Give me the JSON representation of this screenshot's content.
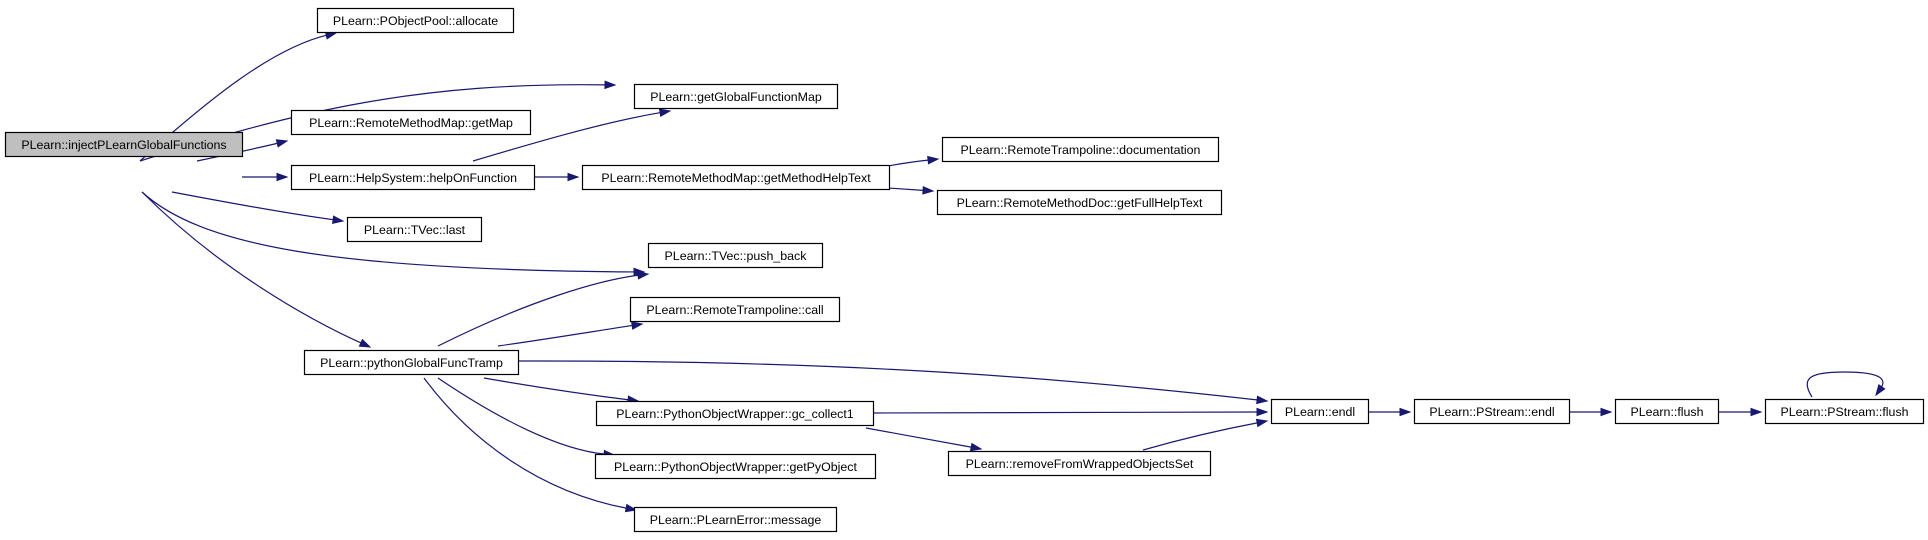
{
  "graph": {
    "root": "inject",
    "colors": {
      "edge": "#191970",
      "root_fill": "#bfbfbf",
      "node_fill": "#ffffff",
      "border": "#000000"
    },
    "nodes": [
      {
        "id": "inject",
        "label": "PLearn::injectPLearnGlobalFunctions"
      },
      {
        "id": "allocate",
        "label": "PLearn::PObjectPool::allocate"
      },
      {
        "id": "getGlobalFunctionMap",
        "label": "PLearn::getGlobalFunctionMap"
      },
      {
        "id": "getMap",
        "label": "PLearn::RemoteMethodMap::getMap"
      },
      {
        "id": "helpOnFunction",
        "label": "PLearn::HelpSystem::helpOnFunction"
      },
      {
        "id": "getMethodHelpText",
        "label": "PLearn::RemoteMethodMap::getMethodHelpText"
      },
      {
        "id": "documentation",
        "label": "PLearn::RemoteTrampoline::documentation"
      },
      {
        "id": "getFullHelpText",
        "label": "PLearn::RemoteMethodDoc::getFullHelpText"
      },
      {
        "id": "last",
        "label": "PLearn::TVec::last"
      },
      {
        "id": "push_back",
        "label": "PLearn::TVec::push_back"
      },
      {
        "id": "call",
        "label": "PLearn::RemoteTrampoline::call"
      },
      {
        "id": "pythonGlobalFuncTramp",
        "label": "PLearn::pythonGlobalFuncTramp"
      },
      {
        "id": "gc_collect1",
        "label": "PLearn::PythonObjectWrapper::gc_collect1"
      },
      {
        "id": "getPyObject",
        "label": "PLearn::PythonObjectWrapper::getPyObject"
      },
      {
        "id": "message",
        "label": "PLearn::PLearnError::message"
      },
      {
        "id": "endl",
        "label": "PLearn::endl"
      },
      {
        "id": "removeFromWrappedObjectsSet",
        "label": "PLearn::removeFromWrappedObjectsSet"
      },
      {
        "id": "pstream_endl",
        "label": "PLearn::PStream::endl"
      },
      {
        "id": "flush",
        "label": "PLearn::flush"
      },
      {
        "id": "pstream_flush",
        "label": "PLearn::PStream::flush"
      }
    ],
    "edges": [
      {
        "from": "inject",
        "to": "allocate"
      },
      {
        "from": "inject",
        "to": "getGlobalFunctionMap"
      },
      {
        "from": "inject",
        "to": "getMap"
      },
      {
        "from": "inject",
        "to": "helpOnFunction"
      },
      {
        "from": "inject",
        "to": "last"
      },
      {
        "from": "inject",
        "to": "push_back"
      },
      {
        "from": "inject",
        "to": "pythonGlobalFuncTramp"
      },
      {
        "from": "helpOnFunction",
        "to": "getGlobalFunctionMap"
      },
      {
        "from": "helpOnFunction",
        "to": "getMethodHelpText"
      },
      {
        "from": "getMethodHelpText",
        "to": "documentation"
      },
      {
        "from": "getMethodHelpText",
        "to": "getFullHelpText"
      },
      {
        "from": "pythonGlobalFuncTramp",
        "to": "push_back"
      },
      {
        "from": "pythonGlobalFuncTramp",
        "to": "call"
      },
      {
        "from": "pythonGlobalFuncTramp",
        "to": "endl"
      },
      {
        "from": "pythonGlobalFuncTramp",
        "to": "gc_collect1"
      },
      {
        "from": "pythonGlobalFuncTramp",
        "to": "getPyObject"
      },
      {
        "from": "pythonGlobalFuncTramp",
        "to": "message"
      },
      {
        "from": "gc_collect1",
        "to": "endl"
      },
      {
        "from": "gc_collect1",
        "to": "removeFromWrappedObjectsSet"
      },
      {
        "from": "removeFromWrappedObjectsSet",
        "to": "endl"
      },
      {
        "from": "endl",
        "to": "pstream_endl"
      },
      {
        "from": "pstream_endl",
        "to": "flush"
      },
      {
        "from": "flush",
        "to": "pstream_flush"
      },
      {
        "from": "pstream_flush",
        "to": "pstream_flush"
      }
    ]
  }
}
